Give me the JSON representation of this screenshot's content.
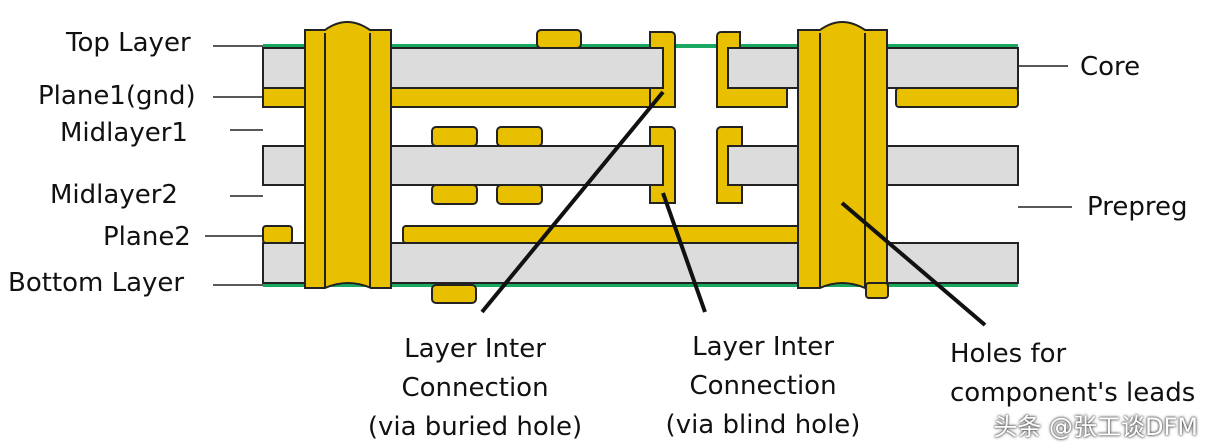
{
  "left_labels": [
    "Top Layer",
    "Plane1(gnd)",
    "Midlayer1",
    "Midlayer2",
    "Plane2",
    "Bottom Layer"
  ],
  "right_labels": [
    "Core",
    "Prepreg"
  ],
  "callouts": [
    {
      "lines": [
        "Layer Inter",
        "Connection",
        "(via buried hole)"
      ]
    },
    {
      "lines": [
        "Layer Inter",
        "Connection",
        "(via blind hole)"
      ]
    },
    {
      "lines": [
        "Holes for",
        "component's leads"
      ]
    }
  ],
  "watermark": "头条 @张工谈DFM",
  "colors": {
    "copper": "#e8c000",
    "core": "#dcdcdc",
    "mask": "#1aa860",
    "outline": "#222222"
  }
}
